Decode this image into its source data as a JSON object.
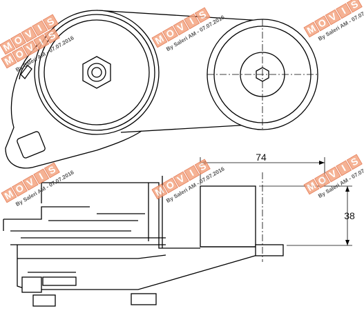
{
  "drawing": {
    "dimensions": {
      "width_label": "74",
      "height_label": "38"
    },
    "watermark": {
      "brand_letters": [
        "M",
        "O",
        "V",
        "I",
        "S"
      ],
      "sub_text": "By Saleri AM - 07.07.2016",
      "tile_color": "#f4a582",
      "tile_border": "#e0663a"
    }
  }
}
